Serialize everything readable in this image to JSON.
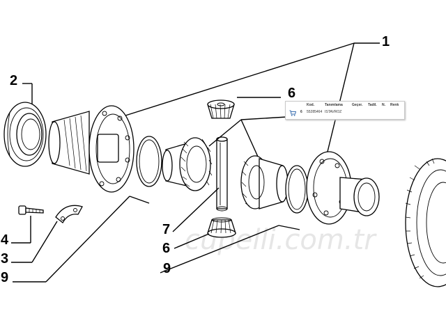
{
  "callouts": {
    "c1": "1",
    "c2": "2",
    "c3": "3",
    "c4": "4",
    "c6a": "6",
    "c6b": "6",
    "c7": "7",
    "c9a": "9",
    "c9b": "9"
  },
  "watermark": "cupelli.com.tr",
  "parts_table": {
    "headers": {
      "code": "Kod.",
      "description": "Tanımlama",
      "replacement": "Geçer.",
      "mod": "Tadil.",
      "qty": "N.",
      "color": "Renk"
    },
    "rows": [
      {
        "index": "6",
        "code": "55285464",
        "description": "ISTAVROZ"
      }
    ],
    "icon": "cart-icon"
  }
}
